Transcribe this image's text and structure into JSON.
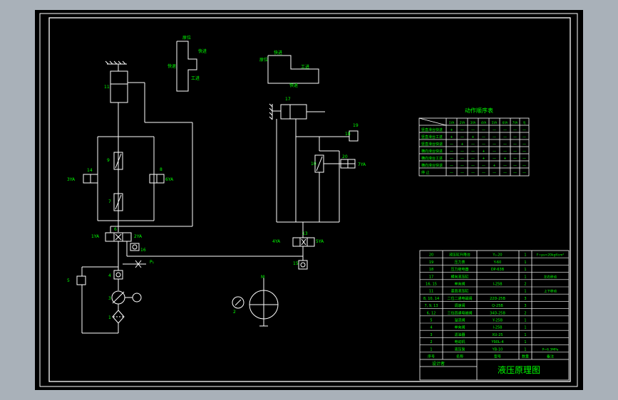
{
  "colors": {
    "background": "#a9b1b9",
    "sheet": "#000000",
    "line": "#ffffff",
    "text": "#00ff00",
    "magenta": "#ff00ff"
  },
  "diagram": {
    "title": "液压原理图",
    "designer_label": "设计者",
    "sequence_table": {
      "title": "动作顺序表",
      "headers": [
        "1YA",
        "2YA",
        "3YA",
        "4YA",
        "5YA",
        "6YA",
        "7YA",
        "YJ"
      ],
      "rows": [
        {
          "label": "竖直滑台快进",
          "cells": [
            "+",
            "—",
            "—",
            "—",
            "—",
            "—",
            "—",
            "—"
          ]
        },
        {
          "label": "竖直滑台工进",
          "cells": [
            "+",
            "—",
            "+",
            "—",
            "—",
            "—",
            "—",
            "—"
          ]
        },
        {
          "label": "竖直滑台快退",
          "cells": [
            "—",
            "+",
            "—",
            "—",
            "—",
            "—",
            "—",
            "—"
          ]
        },
        {
          "label": "横向滑台快进",
          "cells": [
            "—",
            "—",
            "—",
            "+",
            "—",
            "—",
            "—",
            "—"
          ]
        },
        {
          "label": "横向滑台工进",
          "cells": [
            "—",
            "—",
            "—",
            "+",
            "—",
            "+",
            "—",
            "—"
          ]
        },
        {
          "label": "横向滑台快退",
          "cells": [
            "—",
            "—",
            "—",
            "—",
            "+",
            "—",
            "—",
            "—"
          ]
        },
        {
          "label": "停 止",
          "cells": [
            "—",
            "—",
            "—",
            "—",
            "—",
            "—",
            "—",
            "—"
          ]
        }
      ]
    },
    "parts_table": {
      "header": {
        "no": "序号",
        "name": "名称",
        "spec": "型号",
        "qty": "数量",
        "note": "备注"
      },
      "rows": [
        {
          "no": "20",
          "name": "液压缸升降台",
          "spec": "Y₀-20",
          "qty": "1",
          "note": "F=ps≈20kgf/cm²"
        },
        {
          "no": "19",
          "name": "压力表",
          "spec": "Y-60",
          "qty": "1",
          "note": ""
        },
        {
          "no": "18",
          "name": "压力继电器",
          "spec": "DP-63B",
          "qty": "1",
          "note": ""
        },
        {
          "no": "17",
          "name": "横向液压缸",
          "spec": "",
          "qty": "1",
          "note": "左右移动"
        },
        {
          "no": "16, 15",
          "name": "单向阀",
          "spec": "I-25B",
          "qty": "2",
          "note": ""
        },
        {
          "no": "11",
          "name": "竖直液压缸",
          "spec": "",
          "qty": "1",
          "note": "上下移动"
        },
        {
          "no": "8, 10, 14",
          "name": "二位二通电磁阀",
          "spec": "22D-25B",
          "qty": "3",
          "note": ""
        },
        {
          "no": "7, 9, 13",
          "name": "调速阀",
          "spec": "Q-25B",
          "qty": "3",
          "note": ""
        },
        {
          "no": "6, 12",
          "name": "三位四通电磁阀",
          "spec": "34D-25B",
          "qty": "2",
          "note": ""
        },
        {
          "no": "5",
          "name": "溢流阀",
          "spec": "Y-25B",
          "qty": "1",
          "note": ""
        },
        {
          "no": "4",
          "name": "单向阀",
          "spec": "I-25B",
          "qty": "1",
          "note": ""
        },
        {
          "no": "3",
          "name": "滤油器",
          "spec": "XU-25",
          "qty": "1",
          "note": ""
        },
        {
          "no": "2",
          "name": "电动机",
          "spec": "Y90L-4",
          "qty": "1",
          "note": ""
        },
        {
          "no": "1",
          "name": "液压泵",
          "spec": "YB-10",
          "qty": "1",
          "note": "P=6.3MPa"
        }
      ]
    },
    "cycle_labels": {
      "vertical": {
        "fast_down": "快进",
        "fast_back": "快退",
        "work_feed": "工进",
        "stop": "原位"
      },
      "horizontal": {
        "fast": "快进",
        "work": "工进",
        "back": "快退",
        "stop": "原位"
      }
    },
    "component_labels": {
      "c11": "11",
      "c17": "17",
      "c19": "19",
      "c18": "18",
      "c10": "10",
      "c20": "20",
      "c9": "9",
      "c8": "8",
      "c7": "7",
      "c6": "6",
      "c12": "12",
      "c13": "13",
      "c14": "14",
      "c15": "15",
      "c16": "16",
      "c4": "4",
      "c5": "5",
      "c3": "3",
      "c2": "2",
      "c1": "1",
      "p_label": "P₁"
    },
    "solenoid_labels": {
      "s1": "1YA",
      "s2": "2YA",
      "s3": "3YA",
      "s4": "4YA",
      "s5": "5YA",
      "s6": "6YA",
      "s7": "7YA"
    },
    "motor_label": "M"
  }
}
